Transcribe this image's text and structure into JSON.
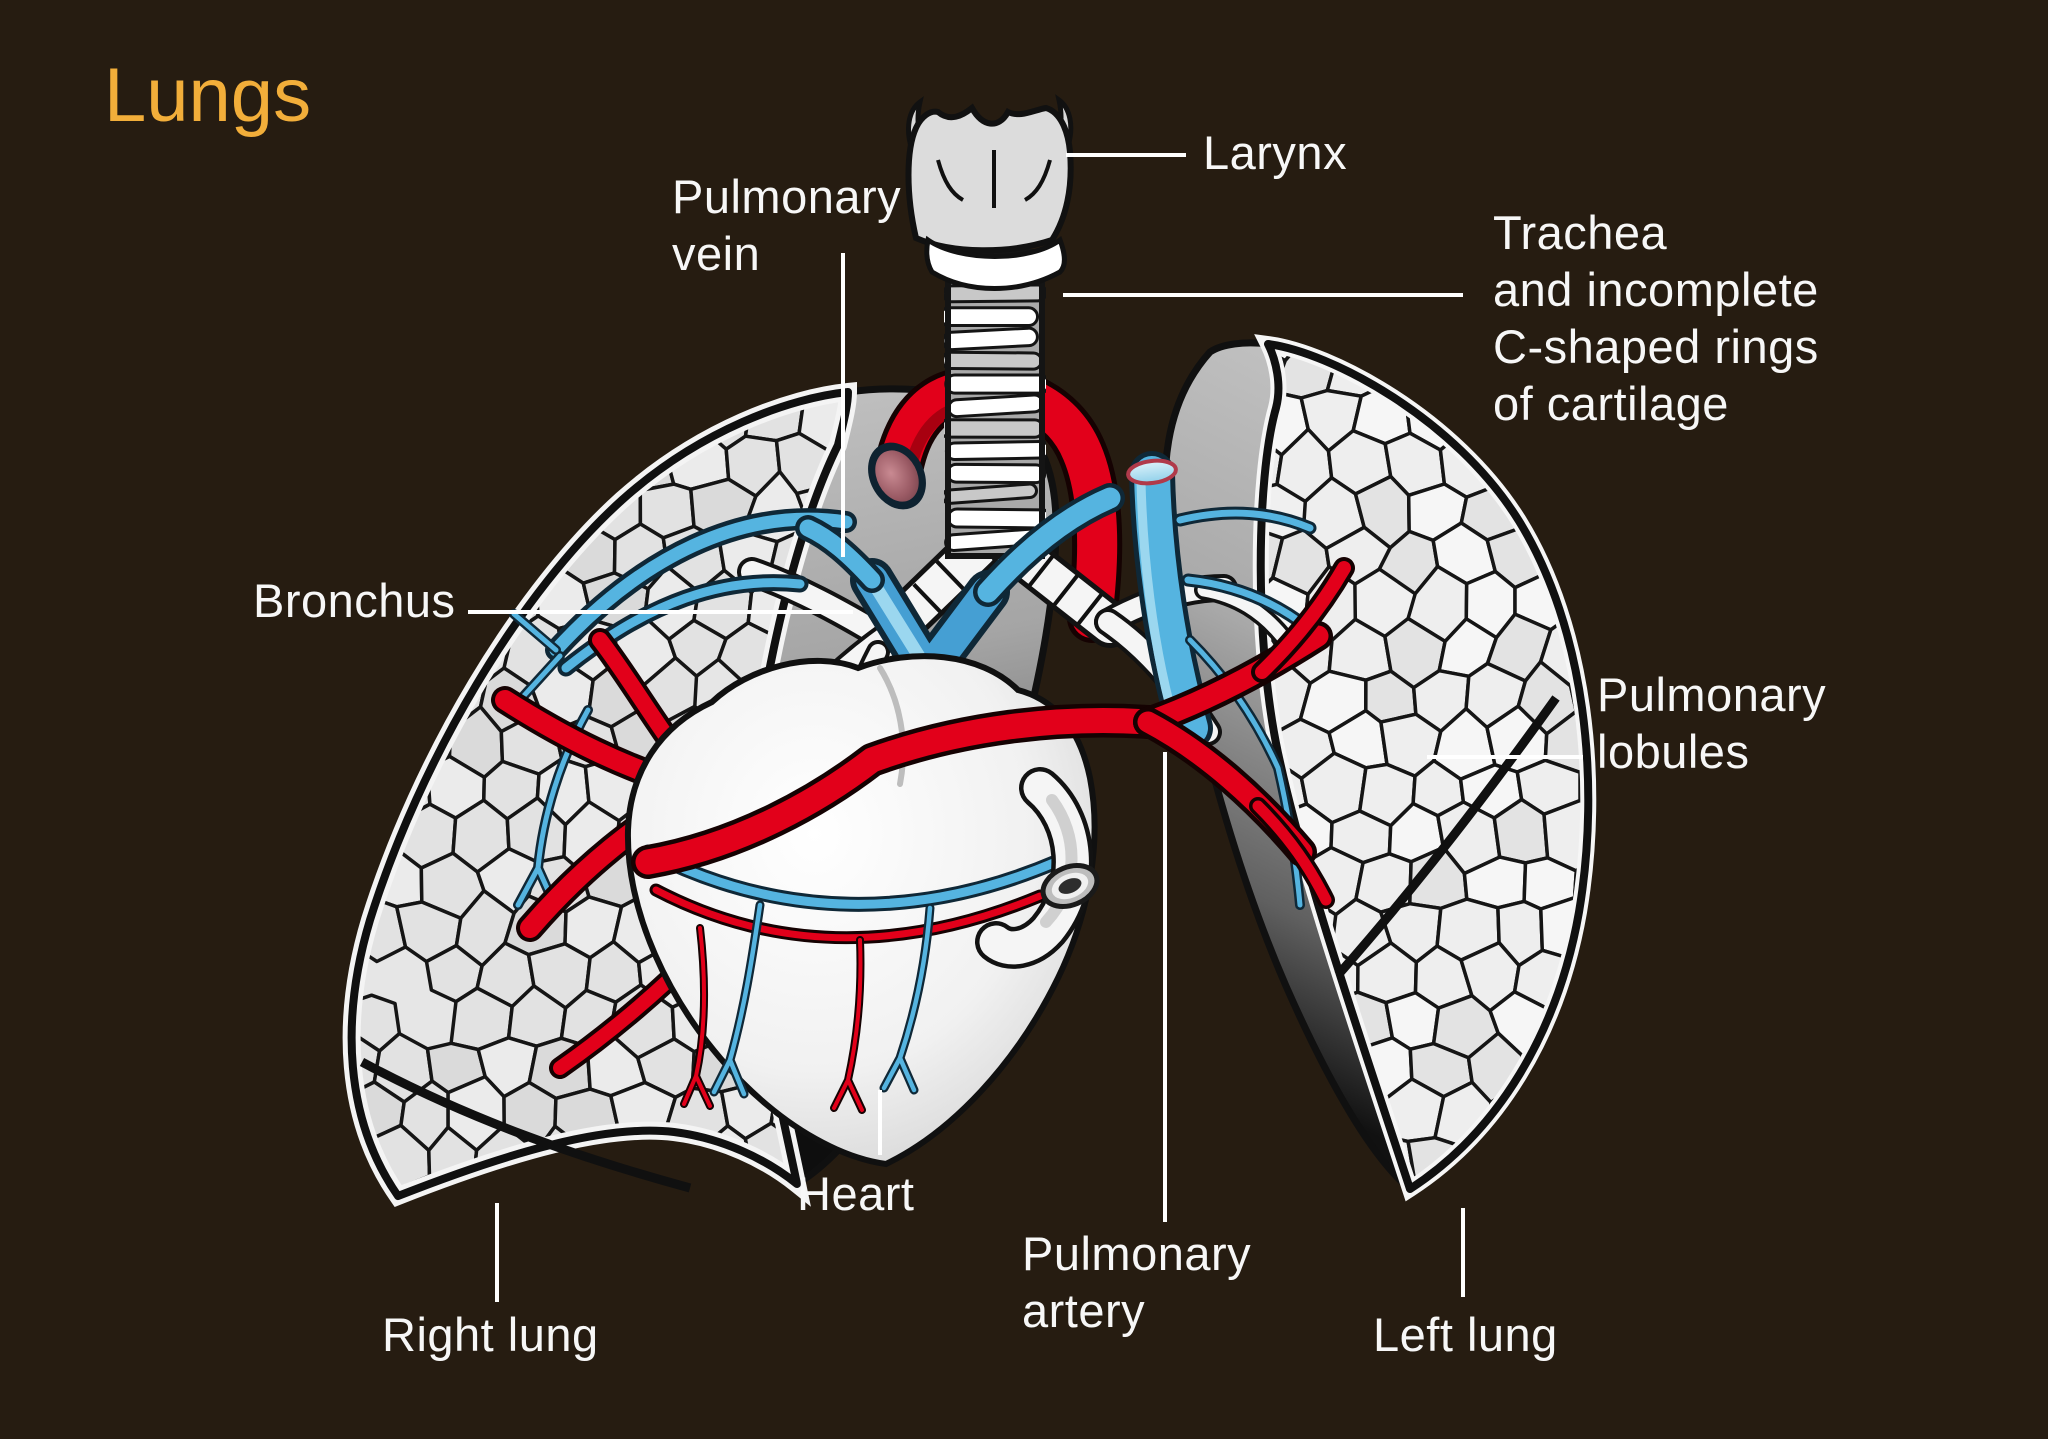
{
  "title": "Lungs",
  "labels": {
    "larynx": "Larynx",
    "trachea": "Trachea\nand incomplete\nC-shaped rings\nof cartilage",
    "pulmonary_vein": "Pulmonary\nvein",
    "bronchus": "Bronchus",
    "pulmonary_lobules": "Pulmonary\nlobules",
    "heart": "Heart",
    "pulmonary_artery": "Pulmonary\nartery",
    "right_lung": "Right lung",
    "left_lung": "Left lung"
  },
  "colors": {
    "background": "#261C11",
    "title": "#F2AE3A",
    "label": "#F7F7F7",
    "leader_line": "#FFFFFF",
    "artery_red": "#E2001A",
    "vein_blue": "#55B4E0",
    "lung_gray": "#E3E3E3",
    "cartilage_white": "#FFFFFF"
  }
}
